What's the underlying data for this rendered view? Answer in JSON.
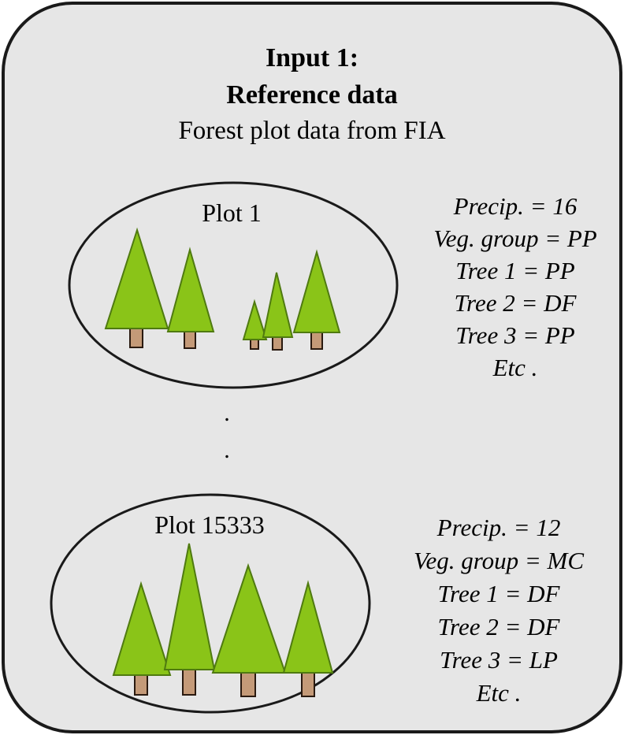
{
  "panel": {
    "title_line1": "Input 1:",
    "title_line2": "Reference data",
    "subtitle": "Forest plot data from FIA",
    "background_color": "#e6e6e6",
    "border_color": "#1a1a1a"
  },
  "tree_colors": {
    "crown_fill": "#8ac418",
    "crown_stroke": "#4f7a10",
    "trunk_fill": "#c49a78",
    "trunk_stroke": "#2a1a10"
  },
  "plots": [
    {
      "label": "Plot 1",
      "attributes": [
        "Precip. = 16",
        "Veg. group = PP",
        "Tree 1 = PP",
        "Tree 2 = DF",
        "Tree 3 = PP",
        "Etc ."
      ],
      "tree_count": 5
    },
    {
      "label": "Plot 15333",
      "attributes": [
        "Precip. = 12",
        "Veg. group = MC",
        "Tree 1 = DF",
        "Tree 2 = DF",
        "Tree 3 = LP",
        "Etc ."
      ],
      "tree_count": 4
    }
  ],
  "ellipsis_dots": [
    ".",
    "."
  ]
}
